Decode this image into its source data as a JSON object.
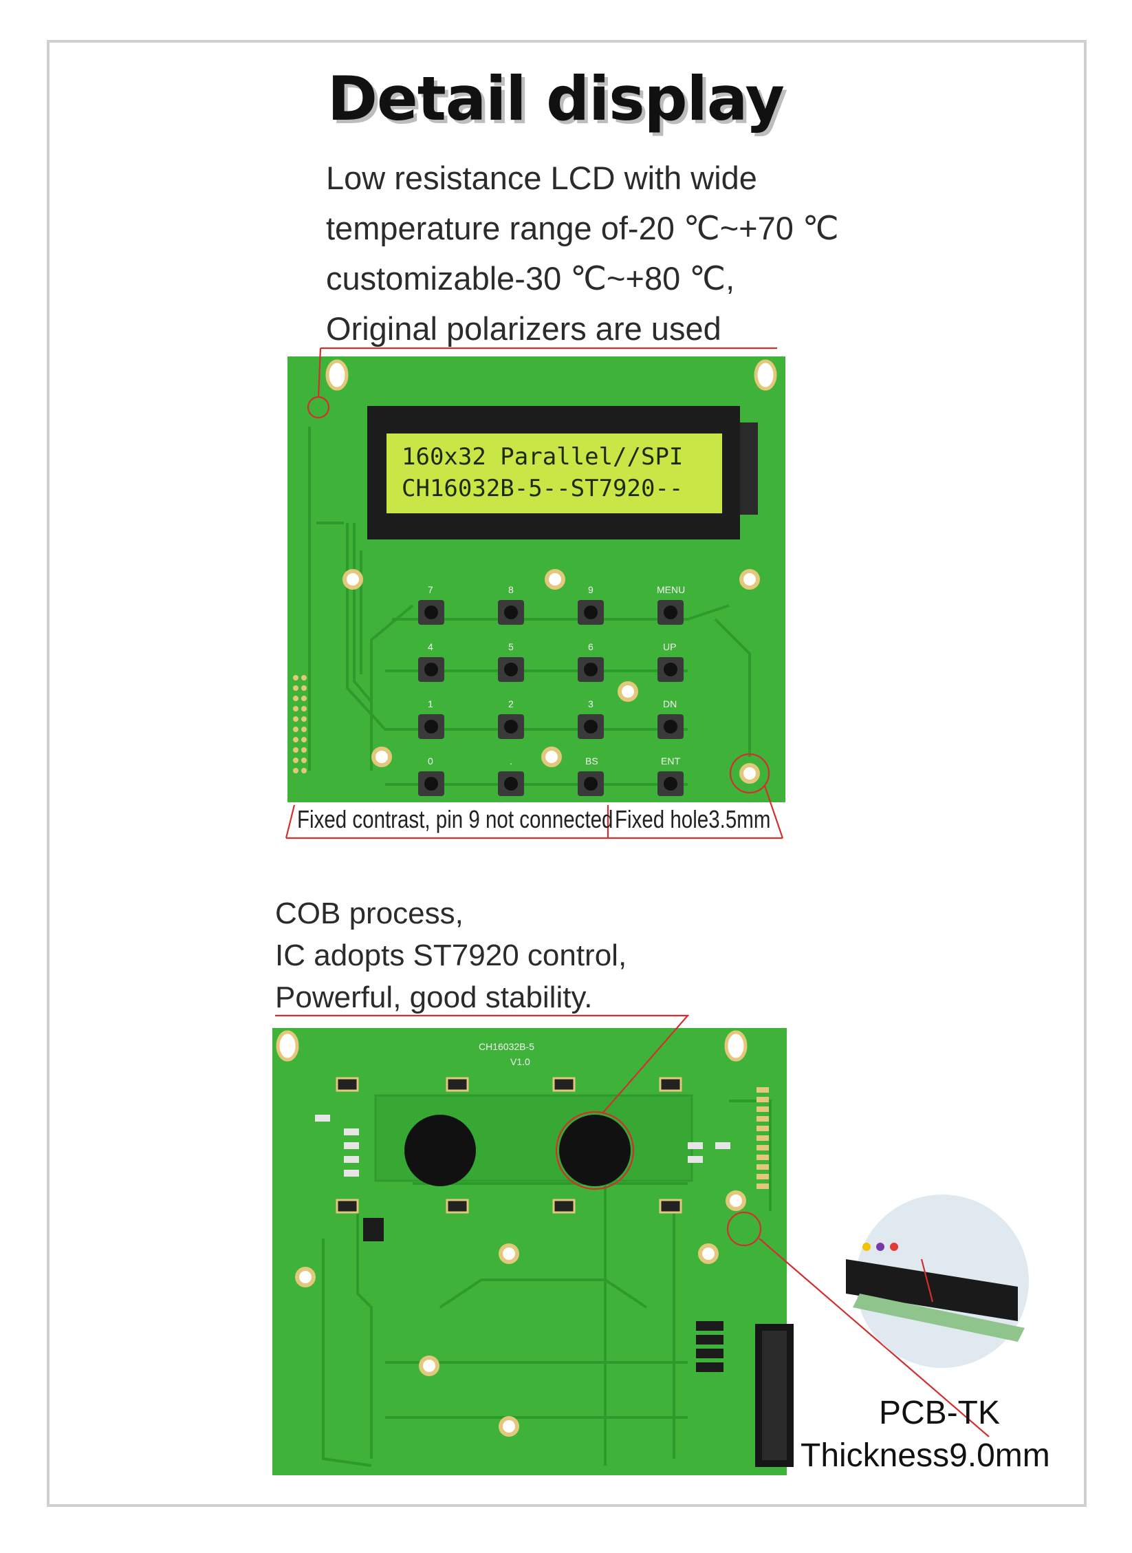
{
  "title": "Detail display",
  "description_top": [
    "Low resistance LCD with wide",
    "temperature range of-20 ℃~+70 ℃",
    "customizable-30 ℃~+80 ℃,",
    "Original polarizers are used"
  ],
  "lcd_lines": [
    "160x32 Parallel//SPI",
    "CH16032B-5--ST7920--"
  ],
  "keypad": [
    "7",
    "8",
    "9",
    "MENU",
    "4",
    "5",
    "6",
    "UP",
    "1",
    "2",
    "3",
    "DN",
    "0",
    ".",
    "BS",
    "ENT"
  ],
  "callouts": {
    "contrast": "Fixed contrast, pin 9 not connected",
    "hole": "Fixed hole3.5mm"
  },
  "description_bottom": [
    "COB process,",
    "IC adopts ST7920 control,",
    "Powerful, good stability."
  ],
  "board_back": {
    "model": "CH16032B-5",
    "version": "V1.0"
  },
  "pcb_note": {
    "line1": "PCB-TK",
    "line2": "Thickness9.0mm"
  },
  "colors": {
    "pcb": "#3fb23a",
    "pcb_dark": "#2f9a2c",
    "lcd": "#c8e645",
    "callout": "#d32f2f"
  }
}
